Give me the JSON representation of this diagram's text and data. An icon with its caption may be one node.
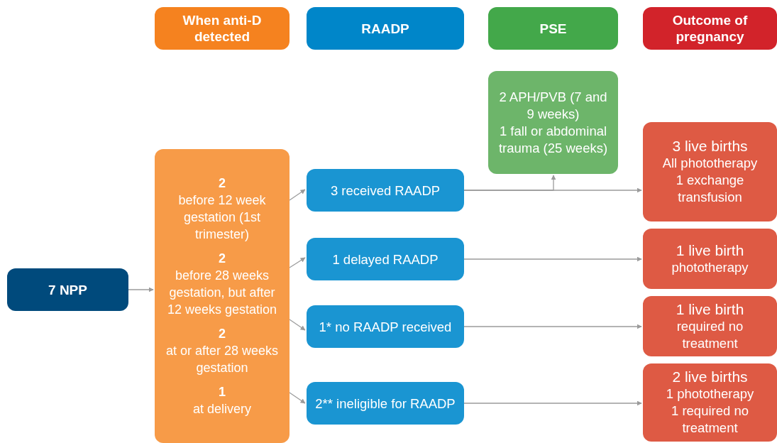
{
  "diagram": {
    "nodes": [
      {
        "text": [
          "When anti-D detected"
        ]
      },
      {
        "text": [
          "RAADP"
        ]
      },
      {
        "text": [
          "PSE"
        ]
      },
      {
        "text": [
          "Outcome of pregnancy"
        ]
      },
      {
        "text": [
          "7 NPP"
        ]
      },
      {
        "text": [
          "2",
          "before 12 week gestation (1st trimester)",
          "2",
          "before 28 weeks gestation, but after 12 weeks gestation",
          "2",
          "at or after 28 weeks gestation",
          "1",
          "at delivery"
        ]
      },
      {
        "text": [
          "3 received RAADP"
        ]
      },
      {
        "text": [
          "1 delayed RAADP"
        ]
      },
      {
        "text": [
          "1* no RAADP received"
        ]
      },
      {
        "text": [
          "2** ineligible for RAADP"
        ]
      },
      {
        "text": [
          "2 APH/PVB (7 and 9 weeks)",
          "1 fall or abdominal trauma (25 weeks)"
        ]
      },
      {
        "text": [
          "3 live births",
          "All phototherapy",
          "1 exchange transfusion"
        ]
      },
      {
        "text": [
          "1 live birth",
          "phototherapy"
        ]
      },
      {
        "text": [
          "1 live birth",
          "required no treatment"
        ]
      },
      {
        "text": [
          "2 live births",
          "1 phototherapy",
          "1 required no treatment"
        ]
      }
    ],
    "edges": [
      {
        "from": 4,
        "to": 5,
        "arrow": "to"
      },
      {
        "from": 5,
        "to": 6,
        "arrow": "to"
      },
      {
        "from": 5,
        "to": 7,
        "arrow": "to"
      },
      {
        "from": 5,
        "to": 8,
        "arrow": "to"
      },
      {
        "from": 5,
        "to": 9,
        "arrow": "to"
      },
      {
        "from": 6,
        "to": 11,
        "arrow": "to"
      },
      {
        "from": 6,
        "to": 10,
        "arrow": "to"
      },
      {
        "from": 7,
        "to": 12,
        "arrow": "to"
      },
      {
        "from": 8,
        "to": 13,
        "arrow": "to"
      },
      {
        "from": 9,
        "to": 14,
        "arrow": "to"
      }
    ]
  }
}
